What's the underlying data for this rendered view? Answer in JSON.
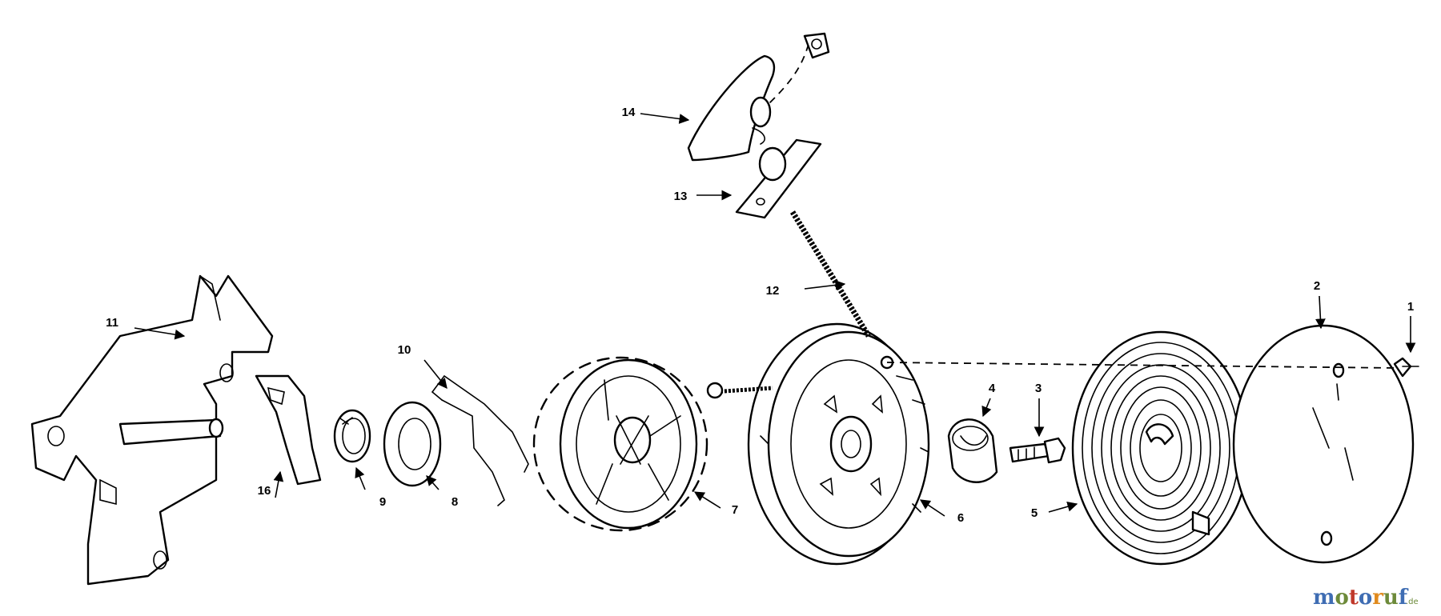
{
  "labels": {
    "p1": "1",
    "p2": "2",
    "p3": "3",
    "p4": "4",
    "p5": "5",
    "p6": "6",
    "p7": "7",
    "p8": "8",
    "p9": "9",
    "p10": "10",
    "p11": "11",
    "p12": "12",
    "p13": "13",
    "p14": "14",
    "p16": "16"
  },
  "watermark": {
    "letters": [
      "m",
      "o",
      "t",
      "o",
      "r",
      "u",
      "f"
    ],
    "suffix": ".de",
    "colors": [
      "#3f6db3",
      "#6d8a3a",
      "#c0392b",
      "#3f6db3",
      "#e08a1e",
      "#6d8a3a",
      "#3f6db3"
    ]
  }
}
